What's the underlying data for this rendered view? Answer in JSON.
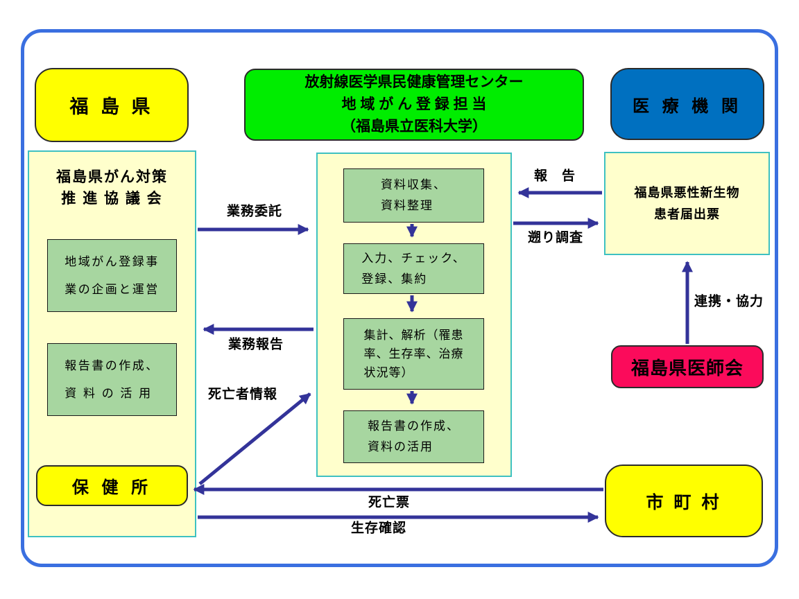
{
  "colors": {
    "frame_blue": "#3A6FE0",
    "bright_yellow": "#FFFF00",
    "bright_green": "#00ED00",
    "office_blue": "#0070C0",
    "light_yellow_container": "#FFFFCC",
    "light_green_inner": "#A7D6A0",
    "teal_border": "#3EC1C1",
    "pink": "#FB0B5B",
    "arrow_navy": "#333399"
  },
  "nodes": {
    "fukushima_pref": {
      "label": "福 島 県"
    },
    "radiation_center": {
      "lines": [
        "放射線医学県民健康管理センター",
        "地 域 が ん 登 録 担 当",
        "（福島県立医科大学）"
      ]
    },
    "medical_institutions": {
      "label": "医 療 機 関"
    },
    "cancer_council": {
      "title_lines": [
        "福島県がん対策",
        "推 進 協 議 会"
      ],
      "task_planning": {
        "lines": [
          "地域がん登録事",
          "業の企画と運営"
        ]
      },
      "task_report": {
        "lines": [
          "報告書の作成、",
          "資 料 の 活 用"
        ]
      }
    },
    "health_center": {
      "label": "保 健 所"
    },
    "registry_process": {
      "collect": {
        "lines": [
          "資料収集、",
          "資料整理"
        ]
      },
      "input": {
        "lines": [
          "入力、チェック、",
          "登録、集約"
        ]
      },
      "analyze": {
        "lines": [
          "集計、解析（罹患",
          "率、生存率、治療",
          "状況等）"
        ]
      },
      "report": {
        "lines": [
          "報告書の作成、",
          "資料の活用"
        ]
      }
    },
    "notification_form": {
      "lines": [
        "福島県悪性新生物",
        "患者届出票"
      ]
    },
    "medical_association": {
      "label": "福島県医師会"
    },
    "municipalities": {
      "label": "市 町 村"
    }
  },
  "arrows": {
    "business_consignment": "業務委託",
    "business_report": "業務報告",
    "deceased_info": "死亡者情報",
    "report": "報　告",
    "retrospective_survey": "遡り調査",
    "cooperation": "連携・協力",
    "death_certificate": "死亡票",
    "survival_confirmation": "生存確認"
  }
}
